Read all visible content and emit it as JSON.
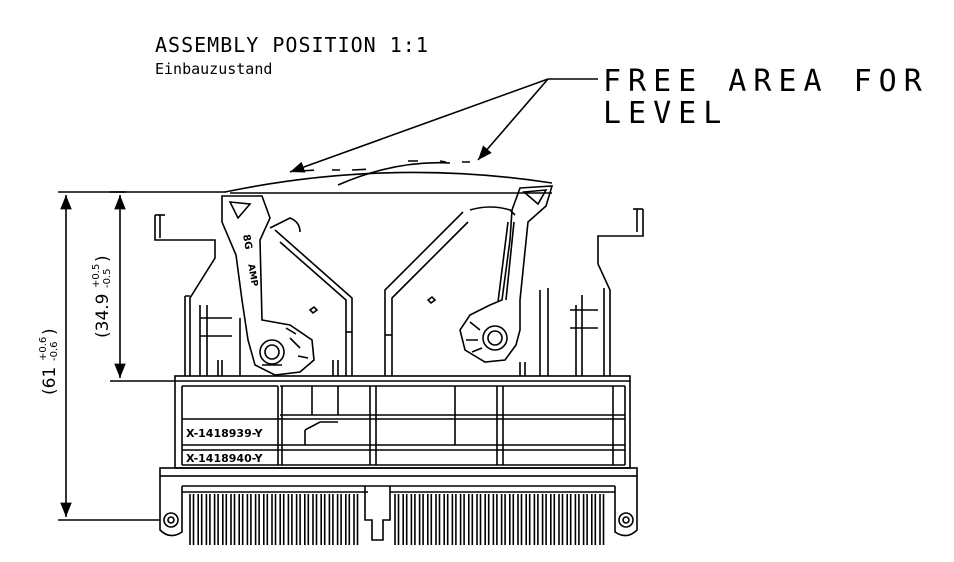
{
  "drawing": {
    "title": "ASSEMBLY POSITION 1:1",
    "subtitle": "Einbauzustand",
    "note_line1": "FREE AREA FOR",
    "note_line2": "LEVEL",
    "dim_total": "(61",
    "dim_total_tol_plus": "+0.6",
    "dim_total_tol_minus": "-0.6",
    "dim_total_close": ")",
    "dim_lever": "(34.9",
    "dim_lever_tol_plus": "+0.5",
    "dim_lever_tol_minus": "-0.5",
    "dim_lever_close": ")",
    "label_part_1": "X-1418939-Y",
    "label_part_2": "X-1418940-Y",
    "lever_marking_1": "8G",
    "lever_marking_2": "AMP",
    "line_color": "#000000",
    "background_color": "#ffffff"
  }
}
